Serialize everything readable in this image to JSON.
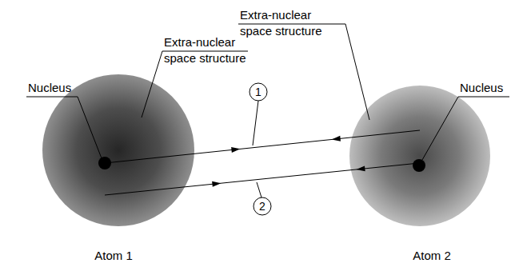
{
  "diagram": {
    "nodes": [
      {
        "text": [
          "Atom 1"
        ]
      },
      {
        "text": [
          "Atom 2"
        ]
      }
    ],
    "edges": [
      {
        "from": 0,
        "to": 1,
        "arrow": "both"
      },
      {
        "from": 0,
        "to": 1,
        "arrow": "both"
      }
    ],
    "labels": [
      "Extra-nuclear space structure",
      "Extra-nuclear space structure",
      "Nucleus",
      "Nucleus",
      "1",
      "2"
    ]
  }
}
